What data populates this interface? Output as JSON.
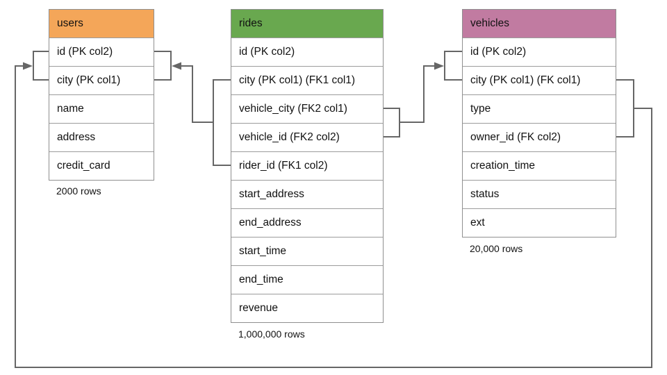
{
  "diagram": {
    "background": "#ffffff",
    "connector_color": "#666666",
    "table_border_color": "#8f8f8f"
  },
  "tables": {
    "users": {
      "title": "users",
      "header_color": "#F4A659",
      "columns": [
        "id (PK col2)",
        "city (PK col1)",
        "name",
        "address",
        "credit_card"
      ],
      "row_count_label": "2000 rows"
    },
    "rides": {
      "title": "rides",
      "header_color": "#69A84F",
      "columns": [
        "id (PK col2)",
        "city (PK col1) (FK1 col1)",
        "vehicle_city (FK2 col1)",
        "vehicle_id (FK2 col2)",
        "rider_id (FK1 col2)",
        "start_address",
        "end_address",
        "start_time",
        "end_time",
        "revenue"
      ],
      "row_count_label": "1,000,000 rows"
    },
    "vehicles": {
      "title": "vehicles",
      "header_color": "#C17BA1",
      "columns": [
        "id (PK col2)",
        "city (PK col1) (FK col1)",
        "type",
        "owner_id (FK col2)",
        "creation_time",
        "status",
        "ext"
      ],
      "row_count_label": "20,000 rows"
    }
  },
  "relationships": [
    {
      "key": "FK1",
      "from_table": "rides",
      "from_columns": [
        "city",
        "rider_id"
      ],
      "to_table": "users",
      "to_columns": [
        "id",
        "city"
      ]
    },
    {
      "key": "FK2",
      "from_table": "rides",
      "from_columns": [
        "vehicle_city",
        "vehicle_id"
      ],
      "to_table": "vehicles",
      "to_columns": [
        "id",
        "city"
      ]
    },
    {
      "key": "FK",
      "from_table": "vehicles",
      "from_columns": [
        "city",
        "owner_id"
      ],
      "to_table": "users",
      "to_columns": [
        "id",
        "city"
      ]
    }
  ]
}
